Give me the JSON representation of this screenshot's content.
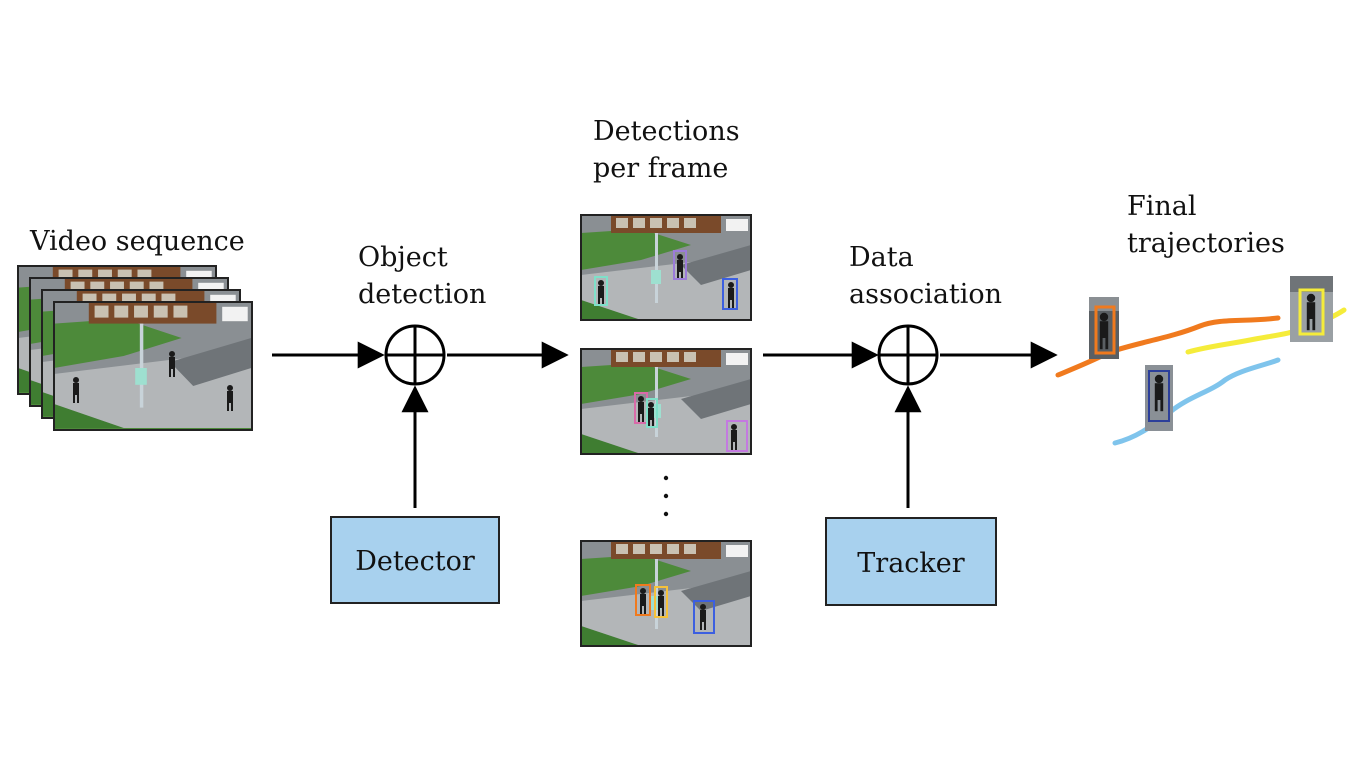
{
  "labels": {
    "video_sequence": "Video sequence",
    "object_detection_line1": "Object",
    "object_detection_line2": "detection",
    "detections_line1": "Detections",
    "detections_line2": "per frame",
    "data_association_line1": "Data",
    "data_association_line2": "association",
    "final_line1": "Final",
    "final_line2": "trajectories"
  },
  "boxes": {
    "detector": "Detector",
    "tracker": "Tracker"
  },
  "colors": {
    "box_fill": "#a8d1ee",
    "box_border": "#222222",
    "arrow": "#000000",
    "trajectory_orange": "#f07a1e",
    "trajectory_yellow": "#f5ec3a",
    "trajectory_blue": "#7fc4ec"
  }
}
